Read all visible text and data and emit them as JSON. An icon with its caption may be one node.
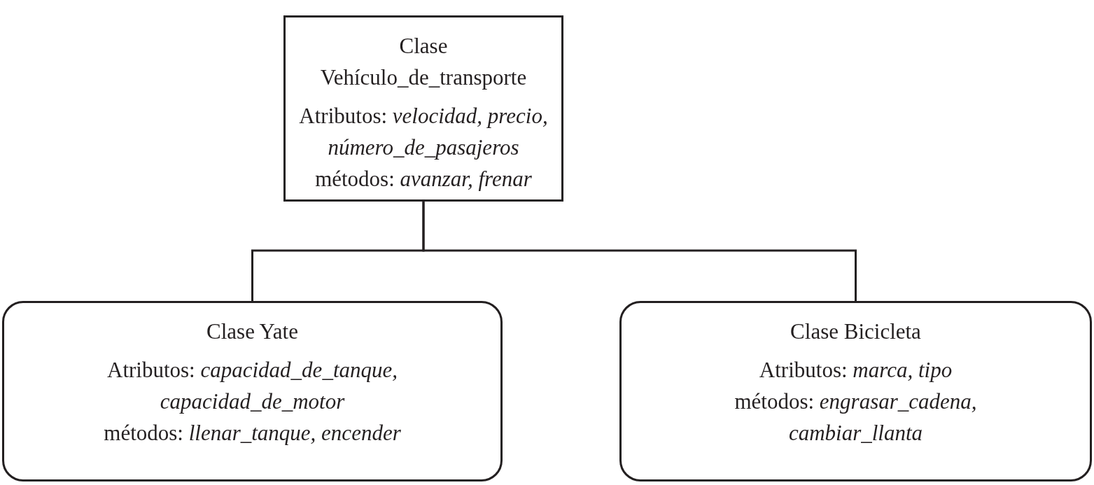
{
  "diagram": {
    "nodes": [
      {
        "text": [
          "Clase Vehículo_de_transporte",
          "Atributos: *velocidad, precio, número_de_pasajeros*",
          "métodos: *avanzar, frenar*"
        ]
      },
      {
        "text": [
          "Clase Yate",
          "Atributos: *capacidad_de_tanque, capacidad_de_motor*",
          "métodos: *llenar_tanque, encender*"
        ]
      },
      {
        "text": [
          "Clase Bicicleta",
          "Atributos: *marca, tipo*",
          "métodos: *engrasar_cadena, cambiar_llanta*"
        ]
      }
    ],
    "edges": [
      {
        "from": 0,
        "to": 1,
        "arrow": "none"
      },
      {
        "from": 0,
        "to": 2,
        "arrow": "none"
      }
    ]
  }
}
